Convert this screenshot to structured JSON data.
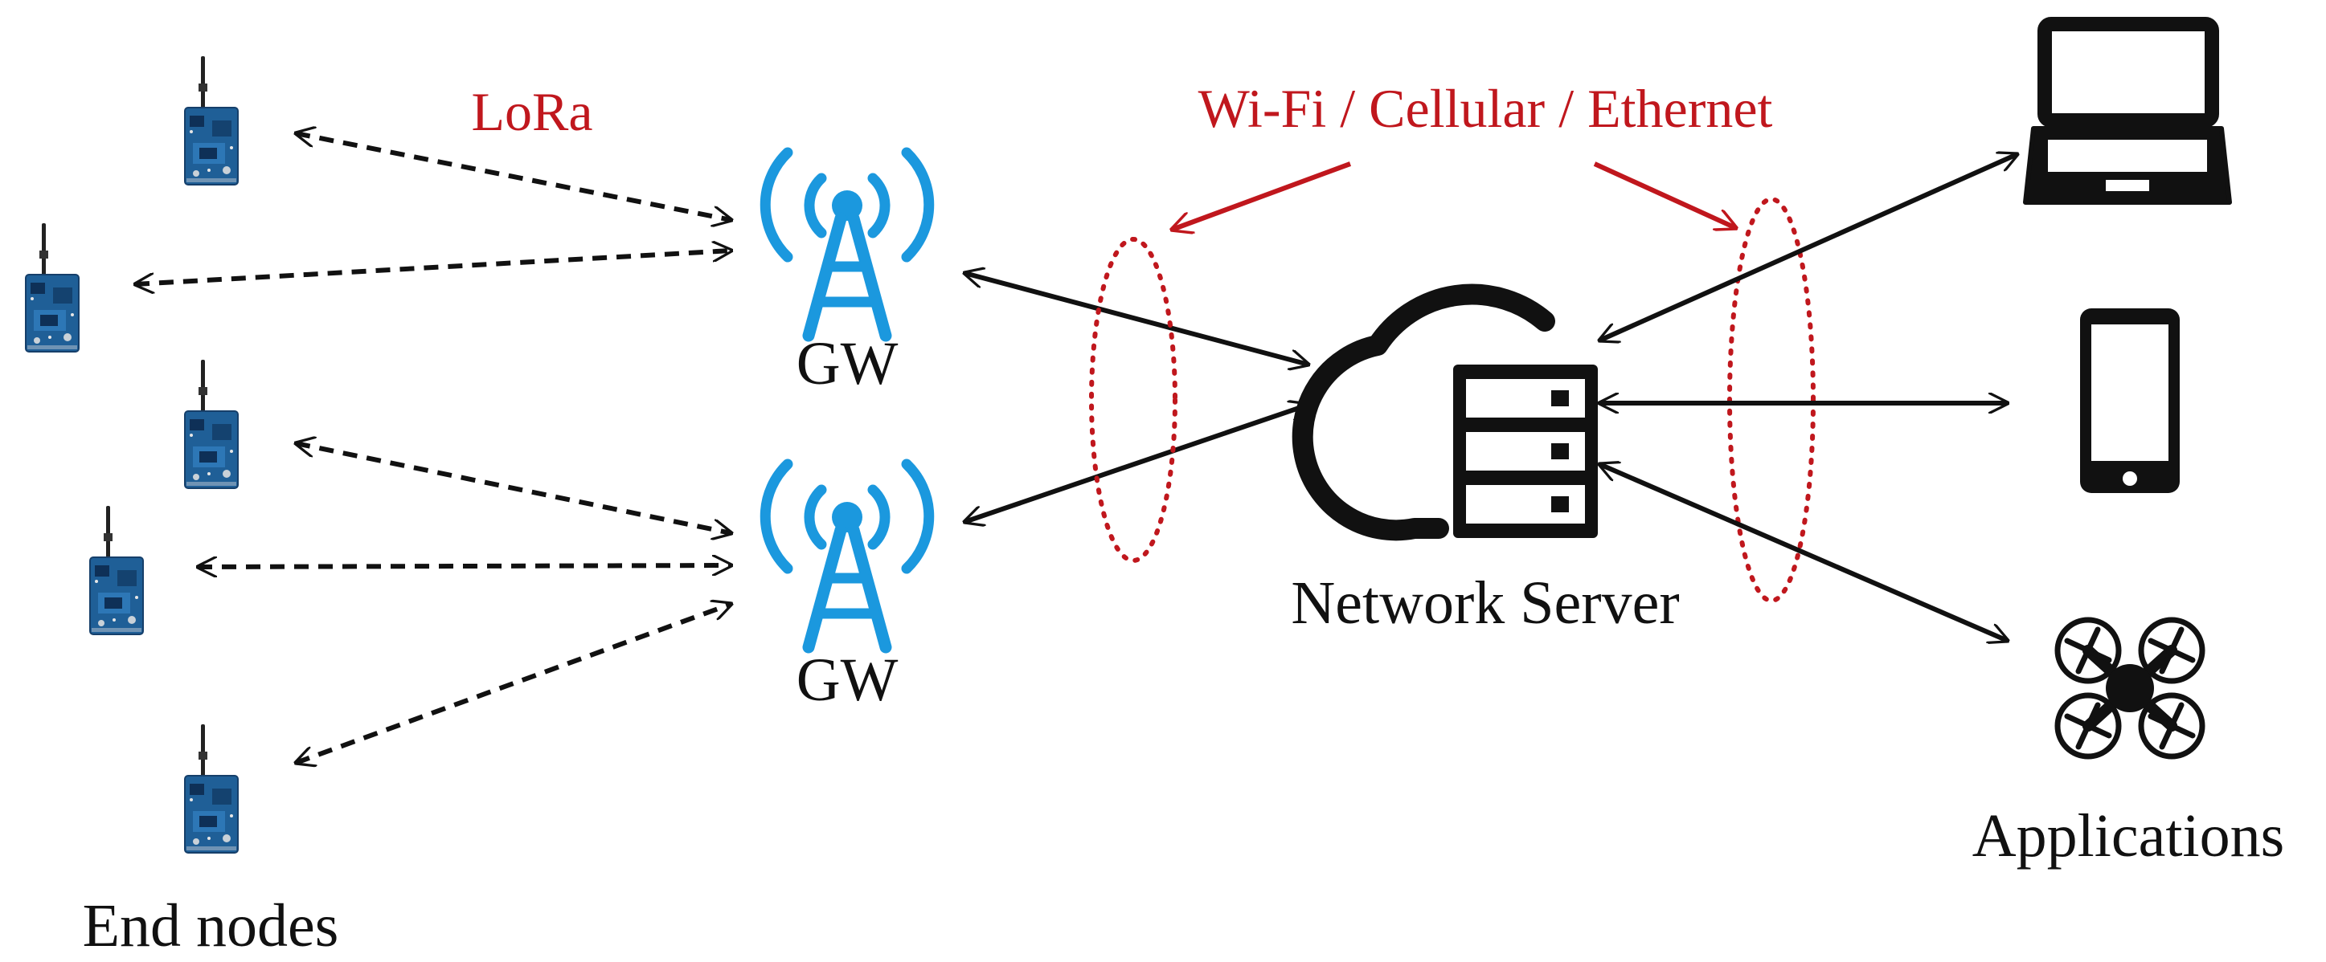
{
  "labels": {
    "lora": "LoRa",
    "backhaul": "Wi-Fi / Cellular / Ethernet",
    "gateway_top": "GW",
    "gateway_bottom": "GW",
    "network_server": "Network Server",
    "end_nodes": "End nodes",
    "applications": "Applications"
  },
  "colors": {
    "gateway_blue": "#1b98de",
    "accent_red": "#c0171d",
    "node_pcb": "#1f5f97",
    "ink": "#111111"
  },
  "icons": {
    "end_node": "lora-board-icon",
    "gateway": "radio-tower-icon",
    "server": "cloud-server-icon",
    "laptop": "laptop-icon",
    "phone": "smartphone-icon",
    "drone": "drone-icon"
  }
}
